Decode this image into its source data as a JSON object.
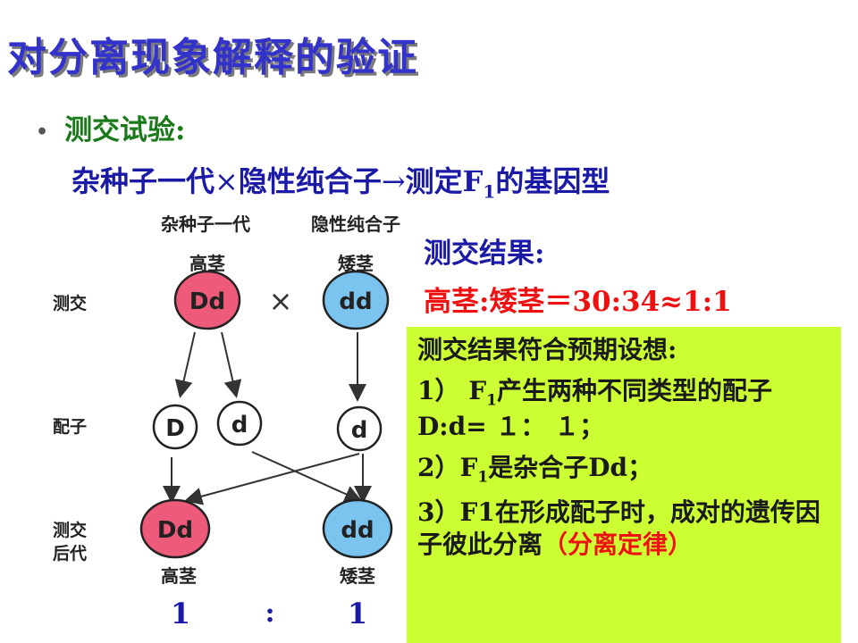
{
  "title": "对分离现象解释的验证",
  "bullet": {
    "label": "测交试验:"
  },
  "subline": {
    "part1": "杂种子一代",
    "cross": "×",
    "part2": "隐性纯合子",
    "arrow": "→",
    "part3": "测定F",
    "sub": "1",
    "part4": "的基因型"
  },
  "result": {
    "label": "测交结果:",
    "ratio": "高茎:矮茎＝30:34≈1:1"
  },
  "conclusion": {
    "heading": "测交结果符合预期设想:",
    "item1_a": "1） F",
    "item1_sub": "1",
    "item1_b": "产生两种不同类型的配子D:d= １： １；",
    "item2_a": "2）F",
    "item2_sub": "1",
    "item2_b": "是杂合子Dd；",
    "item3_a": "3）F1在形成配子时，成对的遗传因子彼此分离",
    "item3_red": "（分离定律）"
  },
  "diagram": {
    "parent_left_label": "杂种子一代",
    "parent_right_label": "隐性纯合子",
    "parent_left_trait": "高茎",
    "parent_right_trait": "矮茎",
    "row_label_cross": "测交",
    "row_label_gamete": "配子",
    "row_label_offspring_1": "测交",
    "row_label_offspring_2": "后代",
    "parent_left_genotype": "Dd",
    "parent_right_genotype": "dd",
    "cross_symbol": "×",
    "gamete_1": "D",
    "gamete_2": "d",
    "gamete_3": "d",
    "offspring_left_genotype": "Dd",
    "offspring_right_genotype": "dd",
    "offspring_left_trait": "高茎",
    "offspring_right_trait": "矮茎",
    "ratio_left": "1",
    "ratio_colon": ":",
    "ratio_right": "1"
  },
  "colors": {
    "title": "#3333cc",
    "dominant_fill": "#ee5a7a",
    "recessive_fill": "#7cc4f0",
    "box_bg": "#ccff33"
  }
}
